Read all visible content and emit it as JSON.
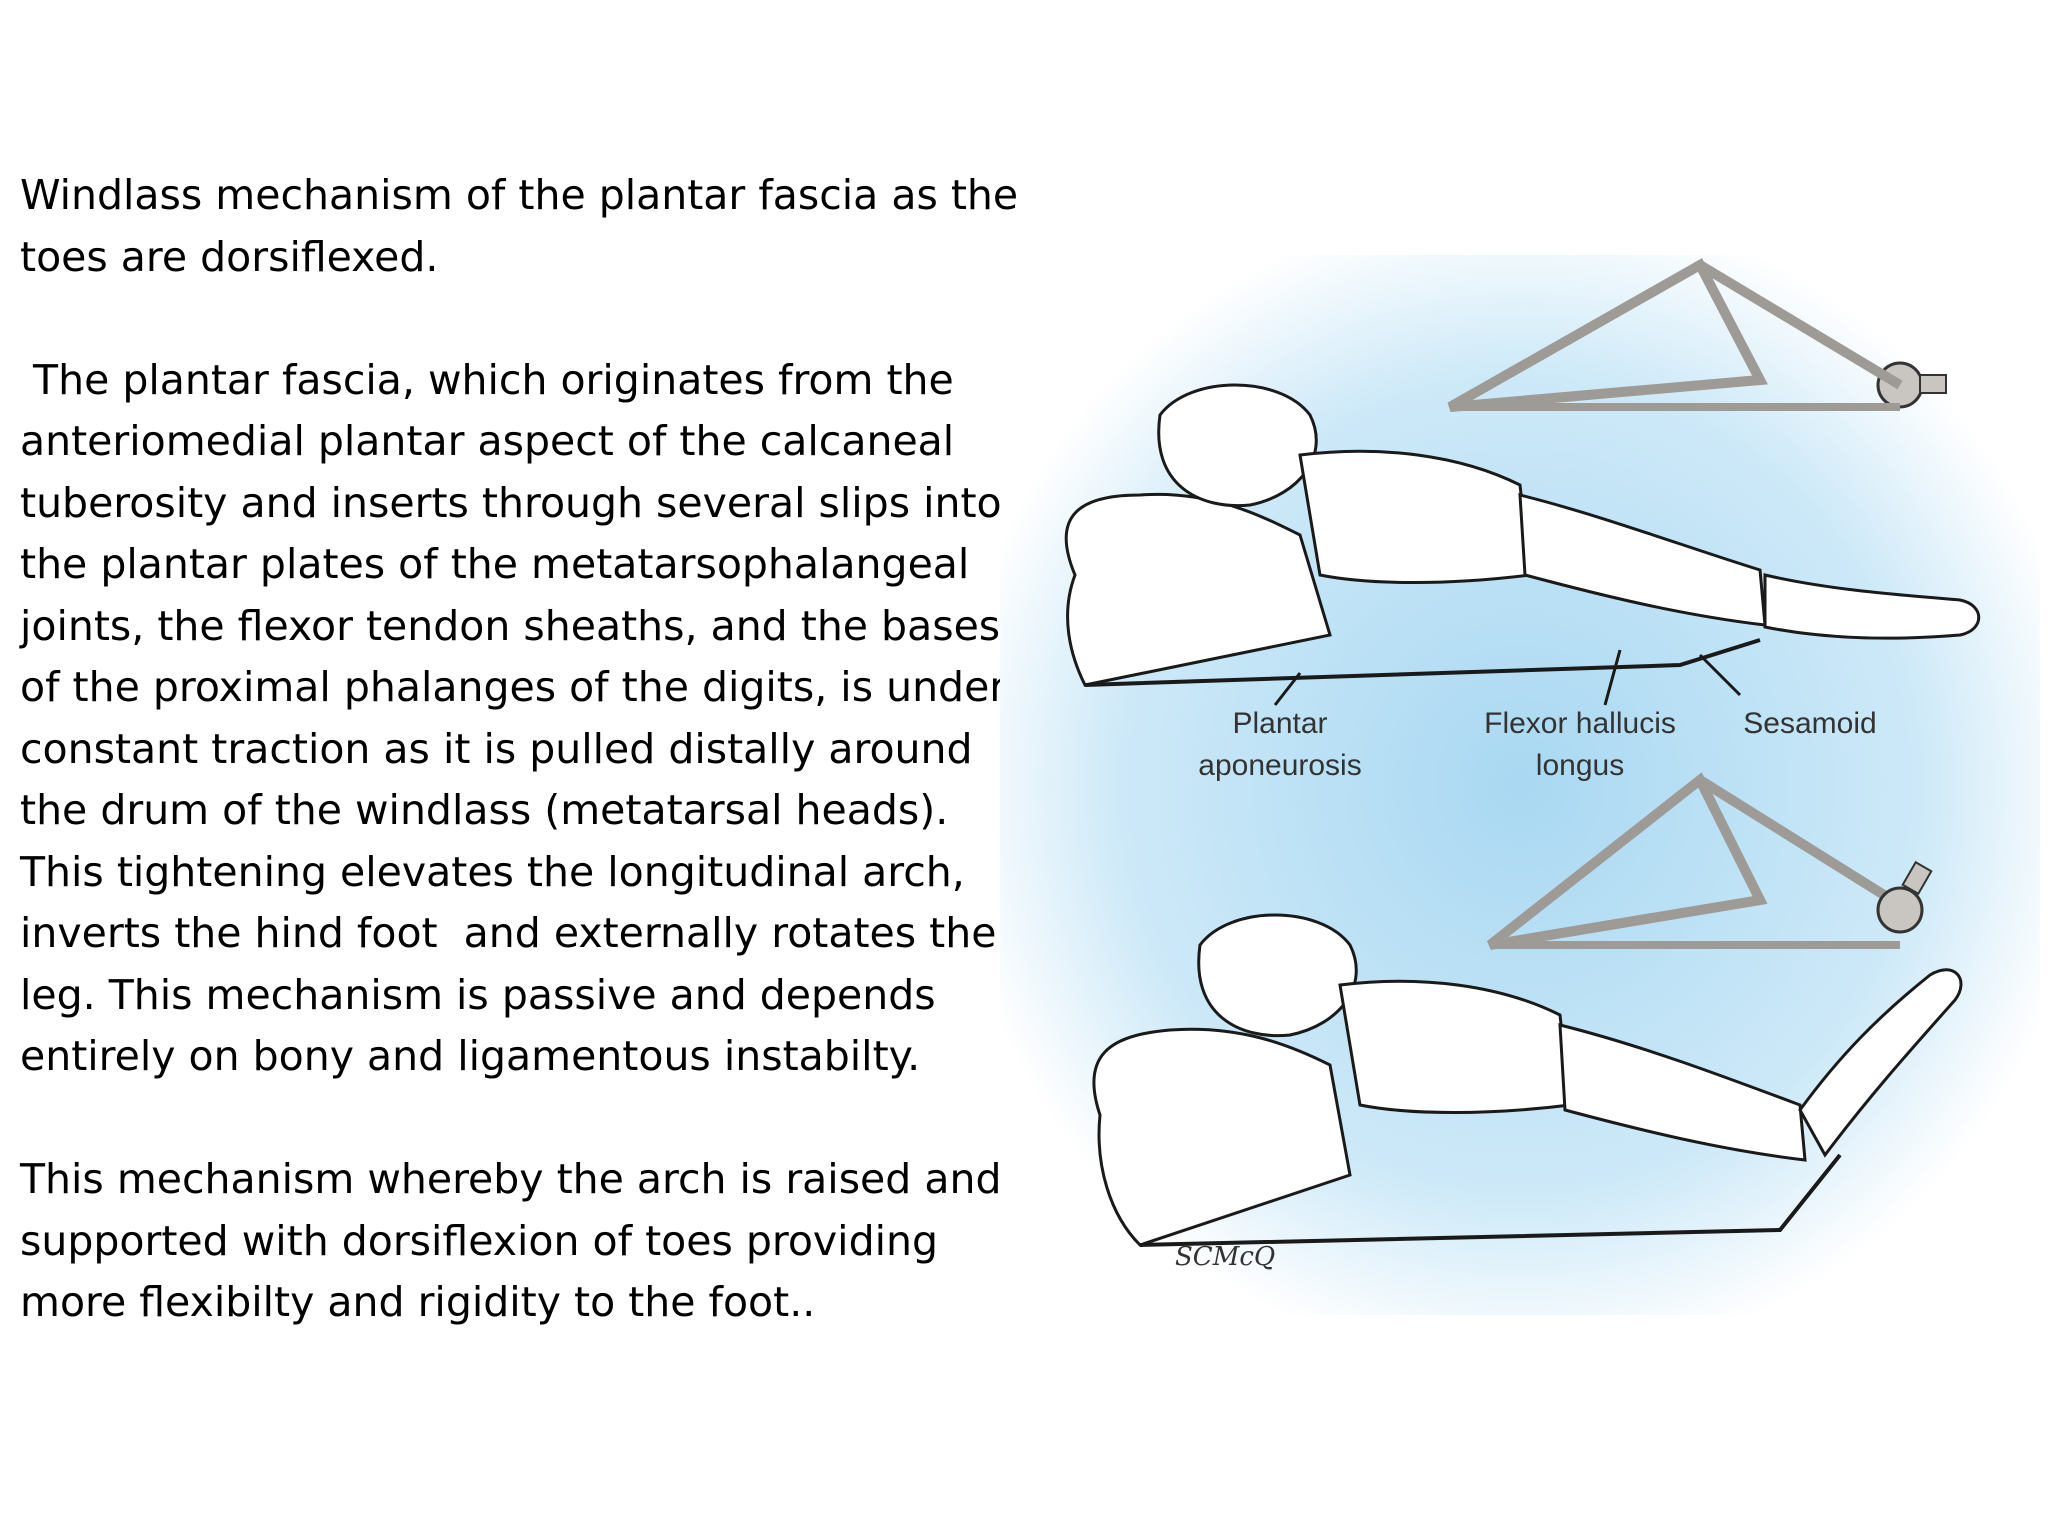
{
  "slide": {
    "title_paragraph": "Windlass mechanism of the plantar fascia as the toes are dorsiflexed.",
    "paragraph_2": " The plantar fascia, which originates from the anteriomedial plantar aspect of the calcaneal tuberosity and inserts through several slips into the plantar plates of the metatarsophalangeal joints, the flexor tendon sheaths, and the bases of the proximal phalanges of the digits, is under constant traction as it is pulled distally around the drum of the windlass (metatarsal heads). This tightening elevates the longitudinal arch, inverts the hind foot  and externally rotates the leg. This mechanism is passive and depends entirely on bony and ligamentous instabilty.",
    "paragraph_3": "This mechanism whereby the arch is raised and supported with dorsiflexion of toes providing more flexibilty and rigidity to the foot.."
  },
  "figure": {
    "labels": {
      "plantar_line1": "Plantar",
      "plantar_line2": "aponeurosis",
      "flexor_line1": "Flexor hallucis",
      "flexor_line2": "longus",
      "sesamoid": "Sesamoid"
    },
    "signature": "SCMcQ",
    "colors": {
      "background_glow": "#a9d8f2",
      "bone_fill": "#ffffff",
      "bone_stroke": "#1a1a1a",
      "strut": "#9e9a96"
    }
  }
}
